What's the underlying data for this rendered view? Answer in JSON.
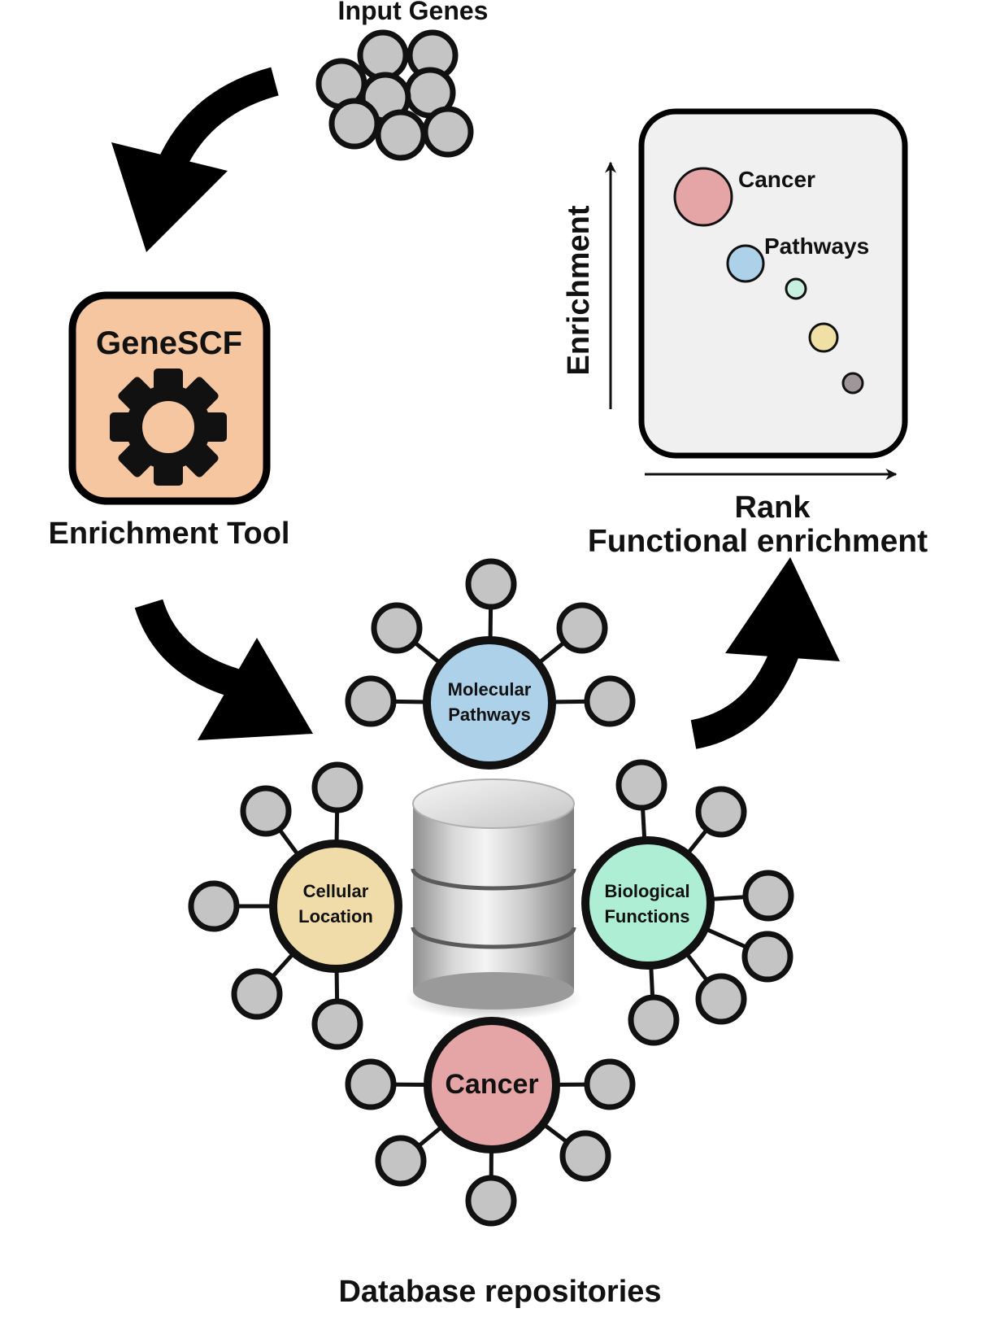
{
  "labels": {
    "input_genes": "Input Genes",
    "tool_name": "GeneSCF",
    "tool_caption": "Enrichment Tool",
    "database_caption": "Database repositories",
    "plot_y_axis": "Enrichment",
    "plot_x_axis": "Rank",
    "plot_caption": "Functional enrichment"
  },
  "plot": {
    "annotations": [
      "Cancer",
      "Pathways"
    ]
  },
  "hubs": {
    "molecular": [
      "Molecular",
      "Pathways"
    ],
    "cellular": [
      "Cellular",
      "Location"
    ],
    "biological": [
      "Biological",
      "Functions"
    ],
    "cancer": "Cancer"
  },
  "colors": {
    "tool_box": "#f5c6a0",
    "plot_panel": "#f0f0f0",
    "satellite": "#c4c4c4",
    "molecular": "#aed1ea",
    "cellular": "#efdca8",
    "biological": "#aeeed4",
    "cancer": "#e5a5a6",
    "bubble_cancer": "#e5a5a6",
    "bubble_pathways": "#aed1ea",
    "bubble_3": "#c7f0de",
    "bubble_4": "#f0e0a6",
    "bubble_5": "#9f9699"
  }
}
